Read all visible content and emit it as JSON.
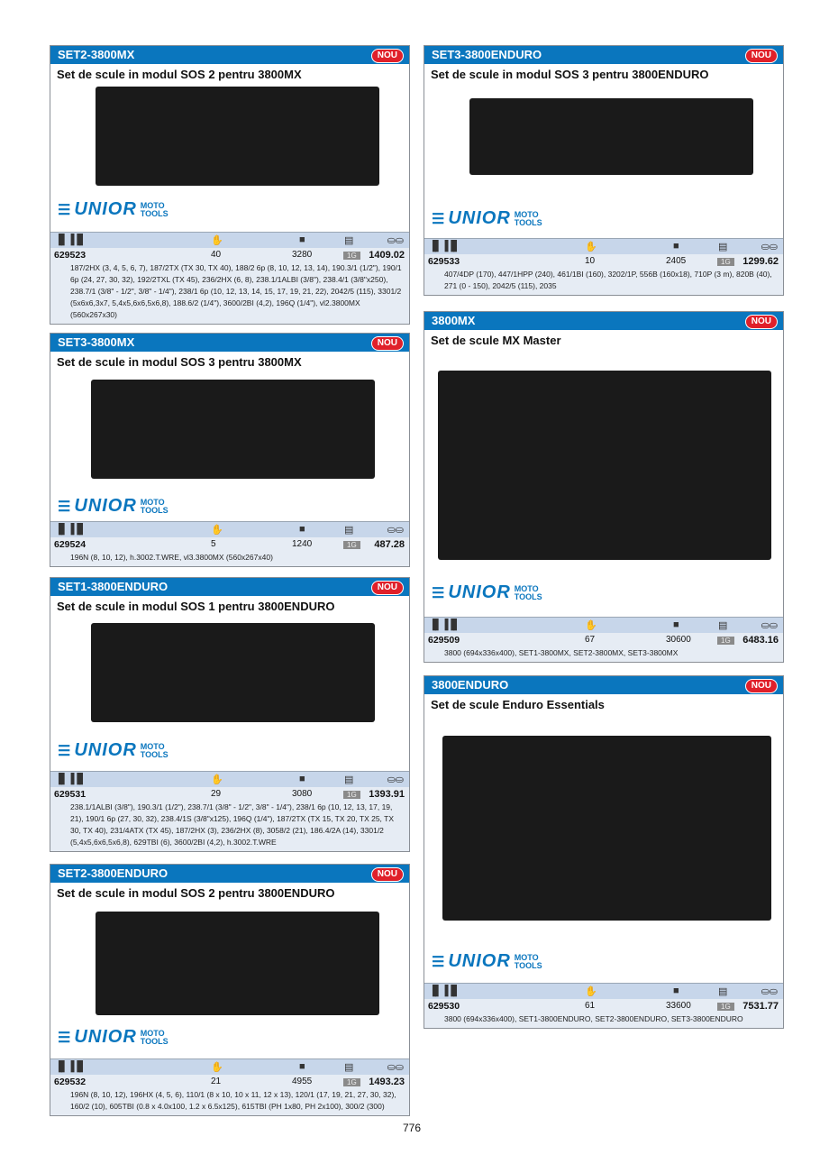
{
  "page_number": "776",
  "brand": {
    "name": "UNIOR",
    "sub1": "MOTO",
    "sub2": "TOOLS",
    "color": "#0a76be"
  },
  "badge_new": "NOU",
  "header_icons": {
    "barcode": "barcode-icon",
    "hand": "hand-icon",
    "weight": "weight-icon",
    "package": "package-icon",
    "coins": "coins-icon"
  },
  "group_label": "1G",
  "cards": [
    {
      "id": "SET2-3800MX",
      "title": "Set de scule in modul SOS 2 pentru 3800MX",
      "code": "629523",
      "pieces": "40",
      "weight": "3280",
      "price": "1409.02",
      "desc": "187/2HX (3, 4, 5, 6, 7), 187/2TX (TX 30, TX 40), 188/2 6p (8, 10, 12, 13, 14), 190.3/1 (1/2\"), 190/1 6p (24, 27, 30, 32), 192/2TXL (TX 45), 236/2HX (6, 8), 238.1/1ALBI (3/8\"), 238.4/1 (3/8\"x250), 238.7/1 (3/8\" - 1/2\", 3/8\" - 1/4\"), 238/1 6p (10, 12, 13, 14, 15, 17, 19, 21, 22), 2042/5 (115), 3301/2 (5x6x6,3x7, 5,4x5,6x6,5x6,8), 188.6/2 (1/4\"), 3600/2BI (4,2), 196Q (1/4\"), vl2.3800MX (560x267x30)"
    },
    {
      "id": "SET3-3800MX",
      "title": "Set de scule in modul SOS 3 pentru 3800MX",
      "code": "629524",
      "pieces": "5",
      "weight": "1240",
      "price": "487.28",
      "desc": "196N (8, 10, 12), h.3002.T.WRE, vl3.3800MX (560x267x40)"
    },
    {
      "id": "SET1-3800ENDURO",
      "title": "Set de scule in modul SOS 1 pentru 3800ENDURO",
      "code": "629531",
      "pieces": "29",
      "weight": "3080",
      "price": "1393.91",
      "desc": "238.1/1ALBI (3/8\"), 190.3/1 (1/2\"), 238.7/1 (3/8\" - 1/2\", 3/8\" - 1/4\"), 238/1 6p (10, 12, 13, 17, 19, 21), 190/1 6p (27, 30, 32), 238.4/1S (3/8\"x125), 196Q (1/4\"), 187/2TX (TX 15, TX 20, TX 25, TX 30, TX 40), 231/4ATX (TX 45), 187/2HX (3), 236/2HX (8), 3058/2 (21), 186.4/2A (14), 3301/2 (5,4x5,6x6,5x6,8), 629TBI (6), 3600/2BI (4,2), h.3002.T.WRE"
    },
    {
      "id": "SET2-3800ENDURO",
      "title": "Set de scule in modul SOS 2 pentru 3800ENDURO",
      "code": "629532",
      "pieces": "21",
      "weight": "4955",
      "price": "1493.23",
      "desc": "196N (8, 10, 12), 196HX (4, 5, 6), 110/1 (8 x 10, 10 x 11, 12 x 13), 120/1 (17, 19, 21, 27, 30, 32), 160/2 (10), 605TBI (0.8 x 4.0x100, 1.2 x 6.5x125), 615TBI (PH 1x80, PH 2x100), 300/2 (300)"
    },
    {
      "id": "SET3-3800ENDURO",
      "title": "Set de scule in modul SOS 3 pentru 3800ENDURO",
      "code": "629533",
      "pieces": "10",
      "weight": "2405",
      "price": "1299.62",
      "desc": "407/4DP (170), 447/1HPP (240), 461/1BI (160), 3202/1P, 556B (160x18), 710P (3 m), 820B (40), 271 (0 - 150), 2042/5 (115), 2035"
    },
    {
      "id": "3800MX",
      "title": "Set de scule MX Master",
      "code": "629509",
      "pieces": "67",
      "weight": "30600",
      "price": "6483.16",
      "desc": "3800 (694x336x400), SET1-3800MX, SET2-3800MX, SET3-3800MX"
    },
    {
      "id": "3800ENDURO",
      "title": "Set de scule Enduro Essentials",
      "code": "629530",
      "pieces": "61",
      "weight": "33600",
      "price": "7531.77",
      "desc": "3800 (694x336x400), SET1-3800ENDURO, SET2-3800ENDURO, SET3-3800ENDURO"
    }
  ]
}
